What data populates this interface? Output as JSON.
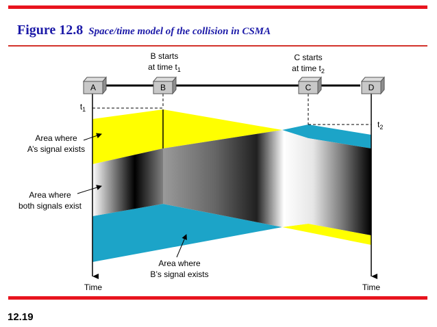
{
  "header": {
    "figure_number": "Figure 12.8",
    "caption": "Space/time model of the collision in CSMA"
  },
  "diagram": {
    "stations": [
      "A",
      "B",
      "C",
      "D"
    ],
    "b_starts": {
      "line1": "B starts",
      "line2": "at time t",
      "sub": "1"
    },
    "c_starts": {
      "line1": "C starts",
      "line2": "at time t",
      "sub": "2"
    },
    "t1": {
      "base": "t",
      "sub": "1"
    },
    "t2": {
      "base": "t",
      "sub": "2"
    },
    "area_a": {
      "line1": "Area where",
      "line2": "A’s signal exists"
    },
    "area_both": {
      "line1": "Area where",
      "line2": "both signals exist"
    },
    "area_b": {
      "line1": "Area where",
      "line2": "B’s signal exists"
    },
    "time_left": "Time",
    "time_right": "Time",
    "colors": {
      "a_signal": "#ffff00",
      "b_signal": "#1ca4c8",
      "collision_dark": "#000000",
      "collision_light": "#ffffff"
    }
  },
  "footer": {
    "slide_number": "12.19"
  }
}
